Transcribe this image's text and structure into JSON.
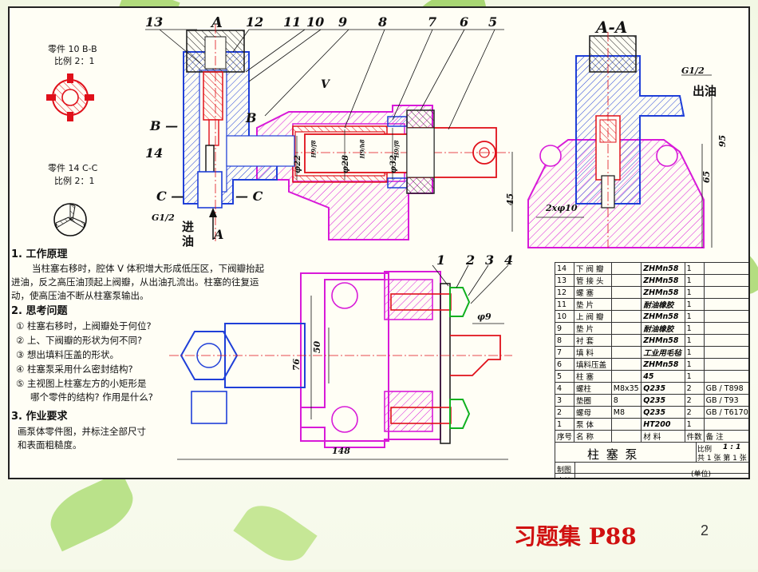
{
  "labels": {
    "n13": "13",
    "A_top": "A",
    "n12": "12",
    "n11": "11",
    "n10": "10",
    "n9": "9",
    "n8": "8",
    "n7": "7",
    "n6": "6",
    "n5": "5",
    "AA": "A-A",
    "V": "V",
    "B_left": "B —",
    "B_mid": "B",
    "n14": "14",
    "C_left": "C —",
    "C_right": "— C",
    "G12_left": "G1/2",
    "jin": "进",
    "you": "油",
    "A_bottom": "A",
    "G12_right": "G1/2",
    "chuyou": "出油",
    "n1": "1",
    "n2": "2",
    "n3": "3",
    "n4": "4",
    "dim95": "95",
    "dim65": "65",
    "dim45": "45",
    "dim2x10": "2xφ10",
    "dim76": "76",
    "dim50": "50",
    "dim148": "148",
    "dim9": "φ9",
    "phi22": "φ22",
    "phi28": "φ28",
    "phi32": "φ32",
    "fitH9f8": "H9/f8",
    "fitH9h8": "H9/h8"
  },
  "detail_bb": {
    "title": "零件 10 B-B",
    "scale": "比例  2：1"
  },
  "detail_cc": {
    "title": "零件 14 C-C",
    "scale": "比例  2：1"
  },
  "text": {
    "h1": "1. 工作原理",
    "p1": "当柱塞右移时，腔体 V 体积增大形成低压区，下阀瓣抬起进油，反之高压油顶起上阀瓣，从出油孔流出。柱塞的往复运动，使高压油不断从柱塞泵输出。",
    "h2": "2. 思考问题",
    "q1": "①  柱塞右移时，上阀瓣处于何位?",
    "q2": "②  上、下阀瓣的形状为何不同?",
    "q3": "③  想出填料压盖的形状。",
    "q4": "④  柱塞泵采用什么密封结构?",
    "q5a": "⑤  主视图上柱塞左方的小矩形是",
    "q5b": "哪个零件的结构? 作用是什么?",
    "h3": "3. 作业要求",
    "req1": "画泵体零件图，并标注全部尺寸",
    "req2": "和表面粗糙度。"
  },
  "bom": {
    "rows": [
      [
        "14",
        "下 阀 瓣",
        "",
        "ZHMn58",
        "1",
        ""
      ],
      [
        "13",
        "管 接 头",
        "",
        "ZHMn58",
        "1",
        ""
      ],
      [
        "12",
        "螺    塞",
        "",
        "ZHMn58",
        "1",
        ""
      ],
      [
        "11",
        "垫    片",
        "",
        "耐油橡胶",
        "1",
        ""
      ],
      [
        "10",
        "上 阀 瓣",
        "",
        "ZHMn58",
        "1",
        ""
      ],
      [
        "9",
        "垫    片",
        "",
        "耐油橡胶",
        "1",
        ""
      ],
      [
        "8",
        "衬    套",
        "",
        "ZHMn58",
        "1",
        ""
      ],
      [
        "7",
        "填    料",
        "",
        "工业用毛毡",
        "1",
        ""
      ],
      [
        "6",
        "填料压盖",
        "",
        "ZHMn58",
        "1",
        ""
      ],
      [
        "5",
        "柱    塞",
        "",
        "45",
        "1",
        ""
      ],
      [
        "4",
        "螺柱",
        "M8x35",
        "Q235",
        "2",
        "GB / T898"
      ],
      [
        "3",
        "垫圈",
        "8",
        "Q235",
        "2",
        "GB / T93"
      ],
      [
        "2",
        "螺母",
        "M8",
        "Q235",
        "2",
        "GB / T6170"
      ],
      [
        "1",
        "泵    体",
        "",
        "HT200",
        "1",
        ""
      ]
    ],
    "header": [
      "序号",
      "名    称",
      "",
      "材  料",
      "件数",
      "备  注"
    ],
    "title": "柱 塞 泵",
    "scale_label": "比例",
    "scale": "1 : 1",
    "sheets": "共 1  张  第 1  张",
    "draw": "制图",
    "check": "审核",
    "unit": "(单位)"
  },
  "page": {
    "title": "习题集 P88",
    "number": "2"
  },
  "colors": {
    "blue": "#1f3fd8",
    "red": "#e0101a",
    "magenta": "#d81ad8",
    "green": "#10b020",
    "dark": "#111111",
    "title_red": "#d01010"
  }
}
